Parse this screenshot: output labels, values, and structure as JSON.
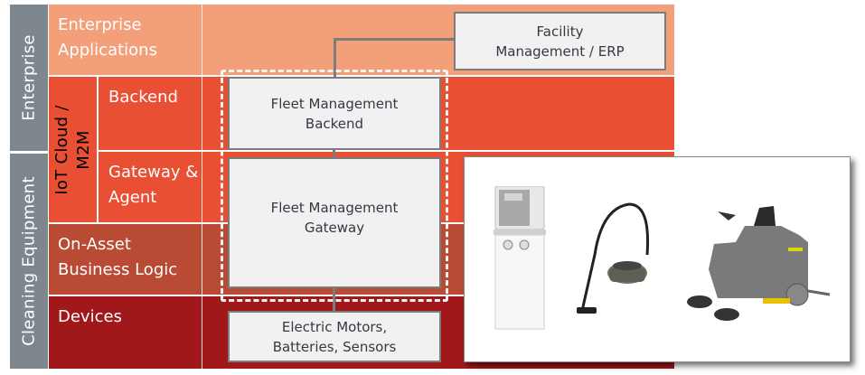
{
  "side_labels": {
    "enterprise": "Enterprise",
    "cleaning_equipment": "Cleaning Equipment"
  },
  "layers": {
    "enterprise_applications": "Enterprise Applications",
    "iot_cloud": "IoT Cloud / M2M",
    "backend": "Backend",
    "gateway_agent": "Gateway & Agent",
    "on_asset": "On-Asset Business Logic",
    "devices": "Devices"
  },
  "boxes": {
    "facility": "Facility Management / ERP",
    "fleet_backend": "Fleet Management Backend",
    "fleet_gateway": "Fleet Management Gateway",
    "devices_box": "Electric Motors, Batteries, Sensors"
  },
  "equipment_images": [
    "water-dispenser",
    "vacuum-cleaner",
    "ride-on-scrubber-sweeper"
  ],
  "colors": {
    "side": "#7f878e",
    "enterprise_row": "#f3a07a",
    "iot_rows": "#e84f33",
    "on_asset_row": "#b94b34",
    "devices_row": "#a1181a"
  }
}
